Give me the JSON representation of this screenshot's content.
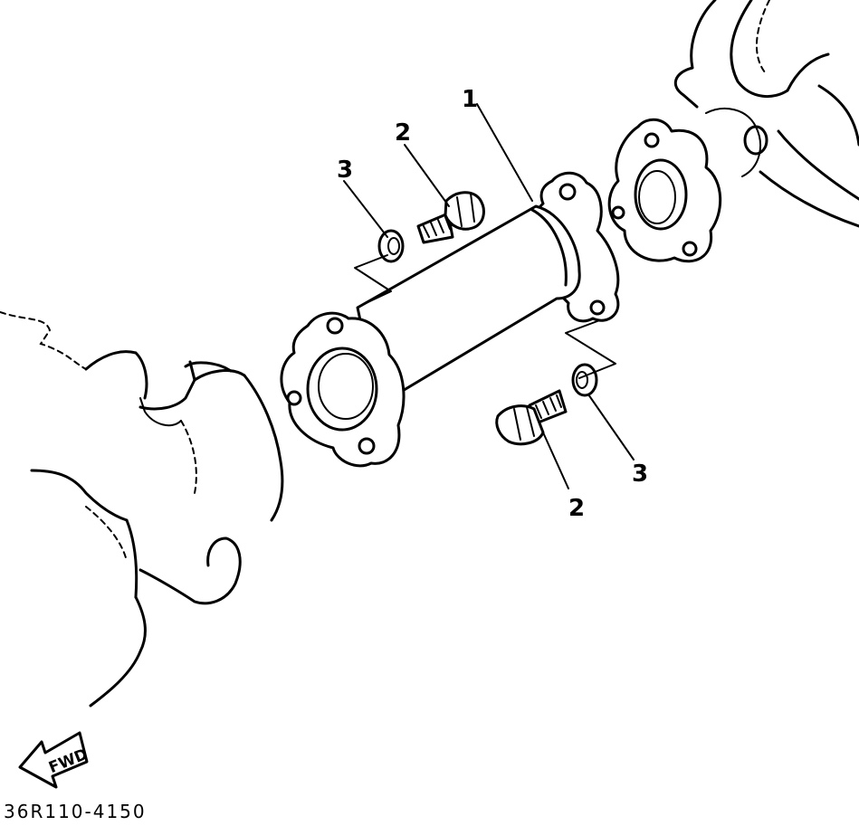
{
  "diagram": {
    "callouts": [
      {
        "id": "part-1",
        "label": "1"
      },
      {
        "id": "part-2-upper",
        "label": "2"
      },
      {
        "id": "part-3-upper",
        "label": "3"
      },
      {
        "id": "part-2-lower",
        "label": "2"
      },
      {
        "id": "part-3-lower",
        "label": "3"
      }
    ],
    "fwd_label": "FWD",
    "drawing_code": "36R110-4150"
  }
}
